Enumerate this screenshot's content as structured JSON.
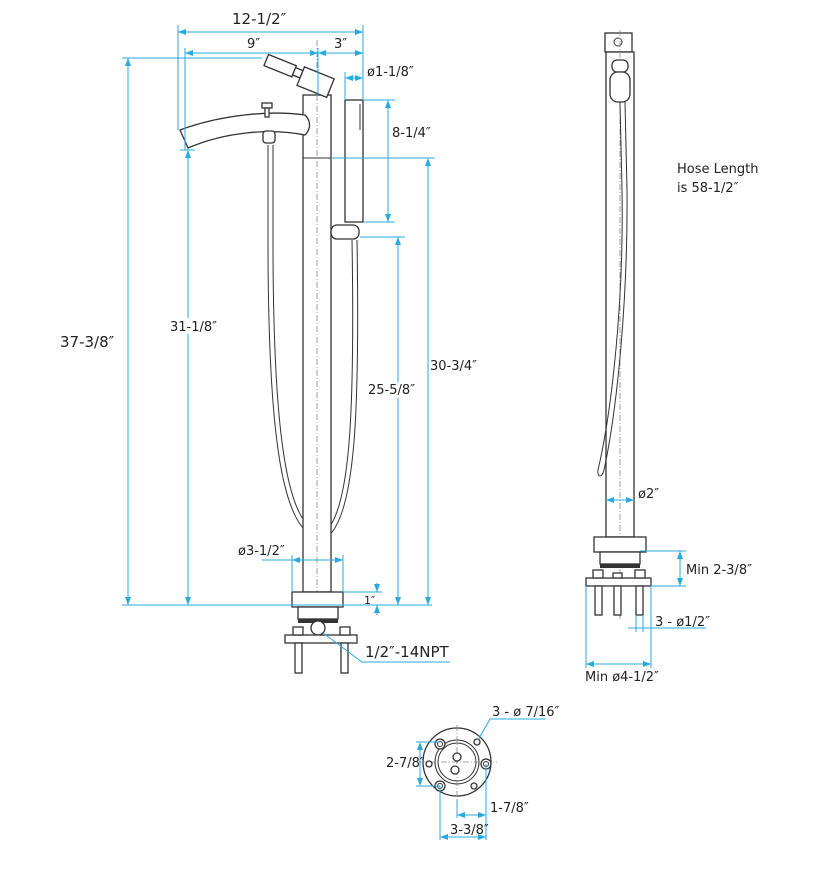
{
  "colors": {
    "dimension": "#29a9e0",
    "outline": "#333333"
  },
  "front_view": {
    "overall_width": "12-1/2″",
    "spout_reach": "9″",
    "column_to_shower": "3″",
    "shower_diameter": "ø1-1/8″",
    "shower_length": "8-1/4″",
    "overall_height": "37-3/8″",
    "spout_height": "31-1/8″",
    "holder_height": "25-5/8″",
    "shower_top_height": "30-3/4″",
    "base_diameter": "ø3-1/2″",
    "base_height": "1″",
    "inlet_thread": "1/2″-14NPT"
  },
  "side_view": {
    "hose_note_line1": "Hose Length",
    "hose_note_line2": "is 58-1/2″",
    "column_diameter": "ø2″",
    "min_height": "Min 2-3/8″",
    "bolt_diameter": "3 - ø1/2″",
    "min_hole": "Min ø4-1/2″"
  },
  "bottom_view": {
    "holes": "3 - ø 7/16″",
    "vertical_spacing": "2-7/8″",
    "center_offset": "1-7/8″",
    "horizontal_spacing": "3-3/8″"
  }
}
